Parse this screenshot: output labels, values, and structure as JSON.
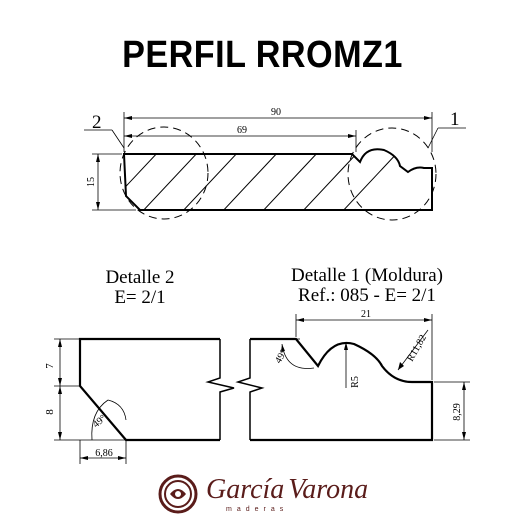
{
  "title": "PERFIL RROMZ1",
  "top_drawing": {
    "dim_total": "90",
    "dim_partial": "69",
    "dim_height": "15",
    "callout_left": "2",
    "callout_right": "1"
  },
  "detail2": {
    "label": "Detalle 2",
    "scale": "E= 2/1",
    "dim_upper": "7",
    "dim_lower": "8",
    "angle": "49°",
    "dim_bottom": "6,86"
  },
  "detail1": {
    "label": "Detalle 1 (Moldura)",
    "ref": "Ref.: 085 - E= 2/1",
    "dim_width": "21",
    "radius_large": "R11,82",
    "radius_small": "R5",
    "angle": "49°",
    "dim_height": "8,29"
  },
  "brand": {
    "name_first": "García",
    "name_second": "Varona",
    "subtitle": "maderas"
  }
}
